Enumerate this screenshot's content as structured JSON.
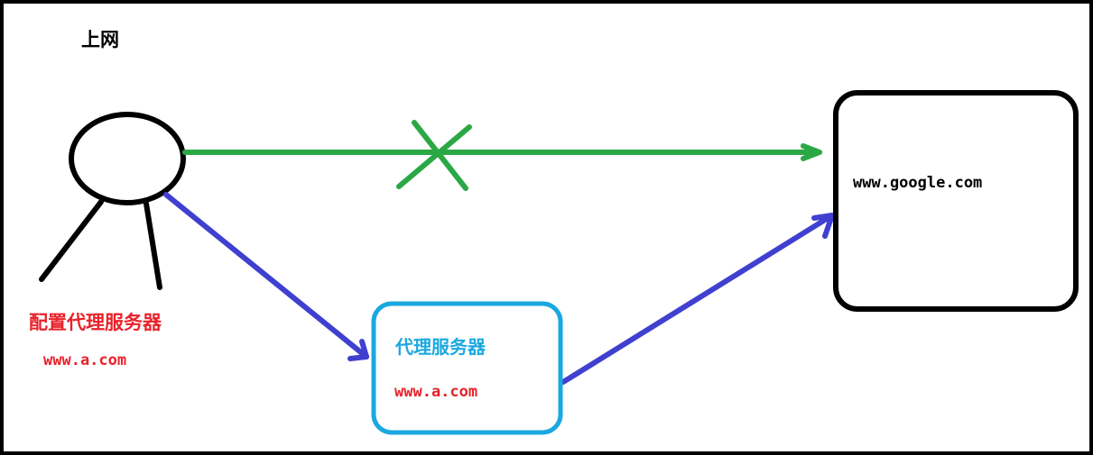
{
  "title": "上网",
  "user": {
    "label": "配置代理服务器",
    "url": "www.a.com"
  },
  "proxy": {
    "label": "代理服务器",
    "url": "www.a.com"
  },
  "target": {
    "url": "www.google.com"
  },
  "colors": {
    "direct_path": "#2aa845",
    "proxy_path": "#4040d0",
    "proxy_box": "#1ba8e0",
    "outline": "#000000",
    "red_text": "#e8222a"
  }
}
